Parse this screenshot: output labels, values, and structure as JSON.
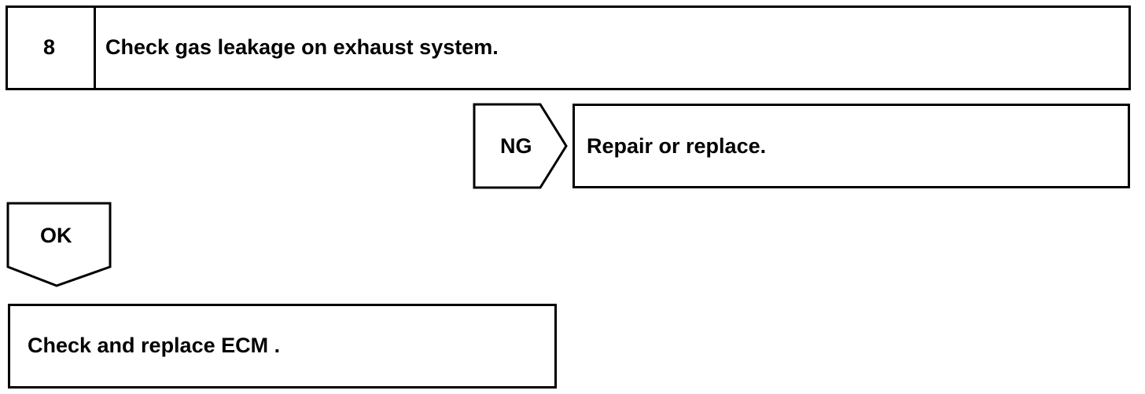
{
  "step": {
    "number": "8",
    "title": "Check gas leakage on exhaust system."
  },
  "ng_branch": {
    "label": "NG",
    "action": "Repair or replace."
  },
  "ok_branch": {
    "label": "OK",
    "action": "Check and replace ECM ."
  },
  "colors": {
    "stroke": "#000000",
    "background": "#ffffff"
  }
}
